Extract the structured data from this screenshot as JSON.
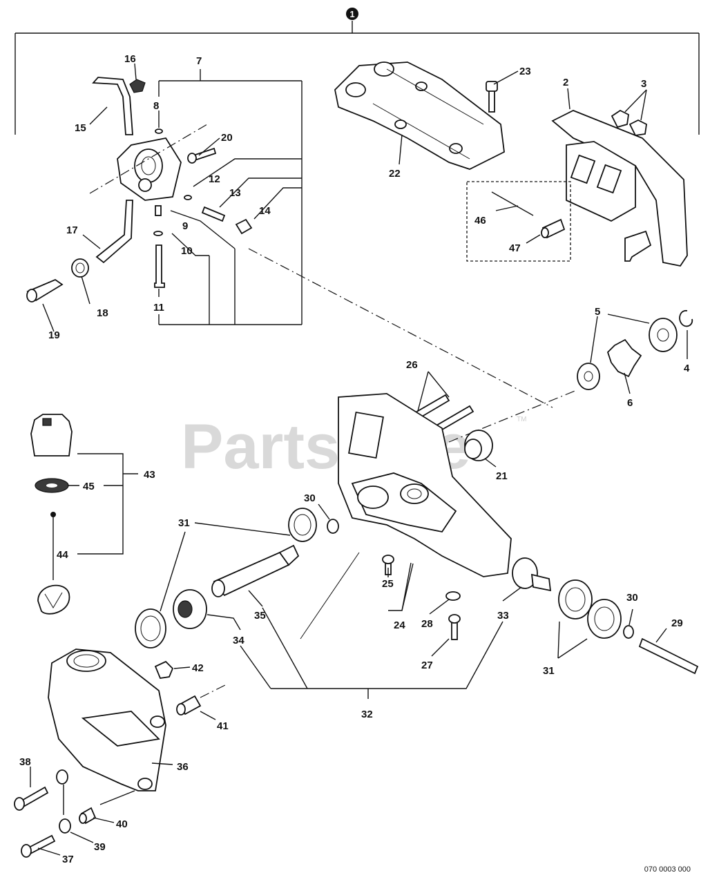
{
  "watermark": {
    "text": "PartsTree",
    "tm": "TM"
  },
  "assembly_marker": "1",
  "drawing_code": "070 0003 000",
  "callouts": {
    "c1": "1",
    "c2": "2",
    "c3": "3",
    "c4": "4",
    "c5": "5",
    "c6": "6",
    "c7": "7",
    "c8": "8",
    "c9": "9",
    "c10": "10",
    "c11": "11",
    "c12": "12",
    "c13": "13",
    "c14": "14",
    "c15": "15",
    "c16": "16",
    "c17": "17",
    "c18": "18",
    "c19": "19",
    "c20": "20",
    "c21": "21",
    "c22": "22",
    "c23": "23",
    "c24": "24",
    "c25": "25",
    "c26": "26",
    "c27": "27",
    "c28": "28",
    "c29": "29",
    "c30a": "30",
    "c30b": "30",
    "c31a": "31",
    "c31b": "31",
    "c32": "32",
    "c33": "33",
    "c34": "34",
    "c35": "35",
    "c36": "36",
    "c37": "37",
    "c38": "38",
    "c39": "39",
    "c40": "40",
    "c41": "41",
    "c42": "42",
    "c43": "43",
    "c44": "44",
    "c45": "45",
    "c46": "46",
    "c47": "47"
  }
}
